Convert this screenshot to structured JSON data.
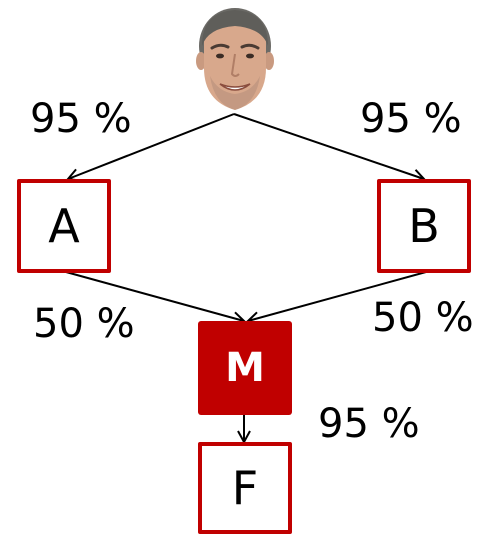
{
  "person": {
    "icon": "person-face-icon"
  },
  "nodes": {
    "a": {
      "label": "A"
    },
    "b": {
      "label": "B"
    },
    "m": {
      "label": "M"
    },
    "f": {
      "label": "F"
    }
  },
  "edges": {
    "person_to_a": {
      "label": "95 %"
    },
    "person_to_b": {
      "label": "95 %"
    },
    "a_to_m": {
      "label": "50 %"
    },
    "b_to_m": {
      "label": "50 %"
    },
    "m_to_f": {
      "label": "95 %"
    }
  },
  "colors": {
    "accent": "#c00000",
    "line": "#000000",
    "background": "#ffffff"
  }
}
